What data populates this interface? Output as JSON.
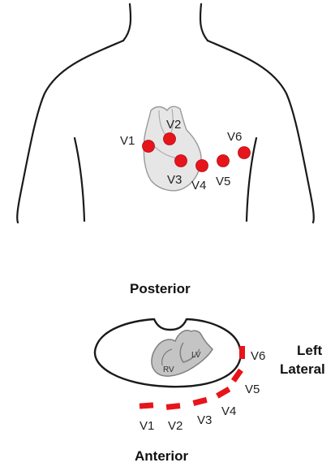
{
  "colors": {
    "electrode": "#e8141b",
    "outline": "#1a1a1a",
    "heart_fill": "#e6e6e6",
    "heart_stroke": "#9a9a9a",
    "ventricle_fill": "#c4c4c4",
    "ventricle_stroke": "#7f7f7f"
  },
  "torso": {
    "leads": [
      {
        "label": "V1"
      },
      {
        "label": "V2"
      },
      {
        "label": "V3"
      },
      {
        "label": "V4"
      },
      {
        "label": "V5"
      },
      {
        "label": "V6"
      }
    ]
  },
  "cross_section": {
    "top_label": "Posterior",
    "bottom_label": "Anterior",
    "side_label_line1": "Left",
    "side_label_line2": "Lateral",
    "rv_label": "RV",
    "lv_label": "LV",
    "leads": [
      {
        "label": "V1"
      },
      {
        "label": "V2"
      },
      {
        "label": "V3"
      },
      {
        "label": "V4"
      },
      {
        "label": "V5"
      },
      {
        "label": "V6"
      }
    ]
  }
}
